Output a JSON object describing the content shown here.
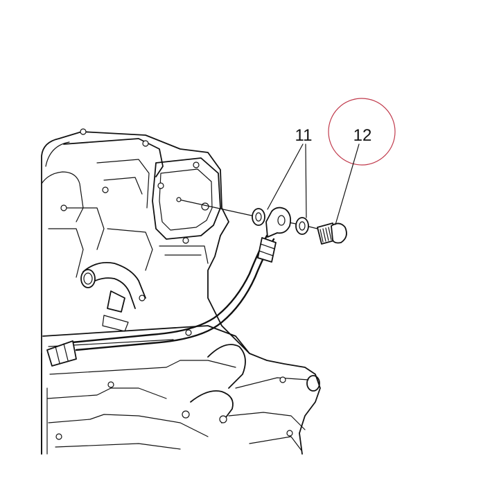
{
  "diagram": {
    "callouts": [
      {
        "id": "callout-11",
        "label": "11"
      },
      {
        "id": "callout-12",
        "label": "12"
      }
    ],
    "highlight_color": "#c0394b",
    "line_color": "#111111"
  }
}
